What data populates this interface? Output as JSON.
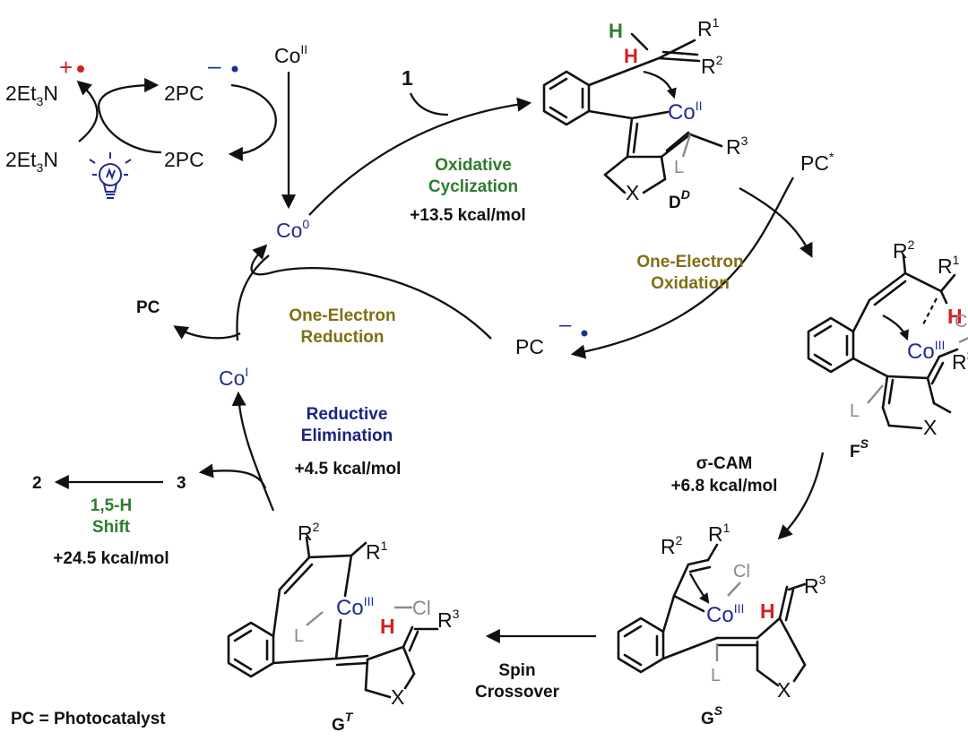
{
  "colors": {
    "cobalt": "#1f2d8f",
    "green": "#2d7d2d",
    "olive": "#7f6f14",
    "navy": "#1a237e",
    "red": "#d32020",
    "black": "#111111",
    "grey": "#8a8a8a"
  },
  "photoredox": {
    "et3n_radical_cation": "2Et",
    "et3n_neutral": "2Et",
    "et3n_sub": "3",
    "et3n_n": "N",
    "plus": "+",
    "pc_radical": "2PC",
    "pc_neutral": "2PC",
    "minus": "–",
    "co_ii": "Co",
    "co_ii_sup": "II",
    "lightbulb": "lightbulb-icon"
  },
  "cycle": {
    "co0": "Co",
    "co0_sup": "0",
    "co1": "Co",
    "co1_sup": "I",
    "pc_out": "PC",
    "pc_radical_anion": "PC",
    "pc_star": "PC",
    "pc_star_sup": "*",
    "reagent1": "1"
  },
  "steps": {
    "oxidative_cyclization_1": "Oxidative",
    "oxidative_cyclization_2": "Cyclization",
    "oxidative_energy": "+13.5 kcal/mol",
    "one_electron_oxidation_1": "One-Electron",
    "one_electron_oxidation_2": "Oxidation",
    "one_electron_reduction_1": "One-Electron",
    "one_electron_reduction_2": "Reduction",
    "reductive_elimination_1": "Reductive",
    "reductive_elimination_2": "Elimination",
    "reductive_energy": "+4.5 kcal/mol",
    "sigma_cam": "σ-CAM",
    "sigma_cam_energy": "+6.8 kcal/mol",
    "spin_crossover_1": "Spin",
    "spin_crossover_2": "Crossover",
    "shift_1": "1,5-H",
    "shift_2": "Shift",
    "shift_energy": "+24.5 kcal/mol"
  },
  "products": {
    "p2": "2",
    "p3": "3"
  },
  "intermediates": {
    "dd": "D",
    "dd_sup": "D",
    "fs": "F",
    "fs_sup": "S",
    "gs": "G",
    "gs_sup": "S",
    "gt": "G",
    "gt_sup": "T"
  },
  "atoms": {
    "co": "Co",
    "co_iii": "III",
    "co_ii": "II",
    "r1": "R",
    "r1_sup": "1",
    "r2": "R",
    "r2_sup": "2",
    "r3": "R",
    "r3_sup": "3",
    "h": "H",
    "cl": "Cl",
    "l": "L",
    "x": "X"
  },
  "legend": "PC = Photocatalyst"
}
